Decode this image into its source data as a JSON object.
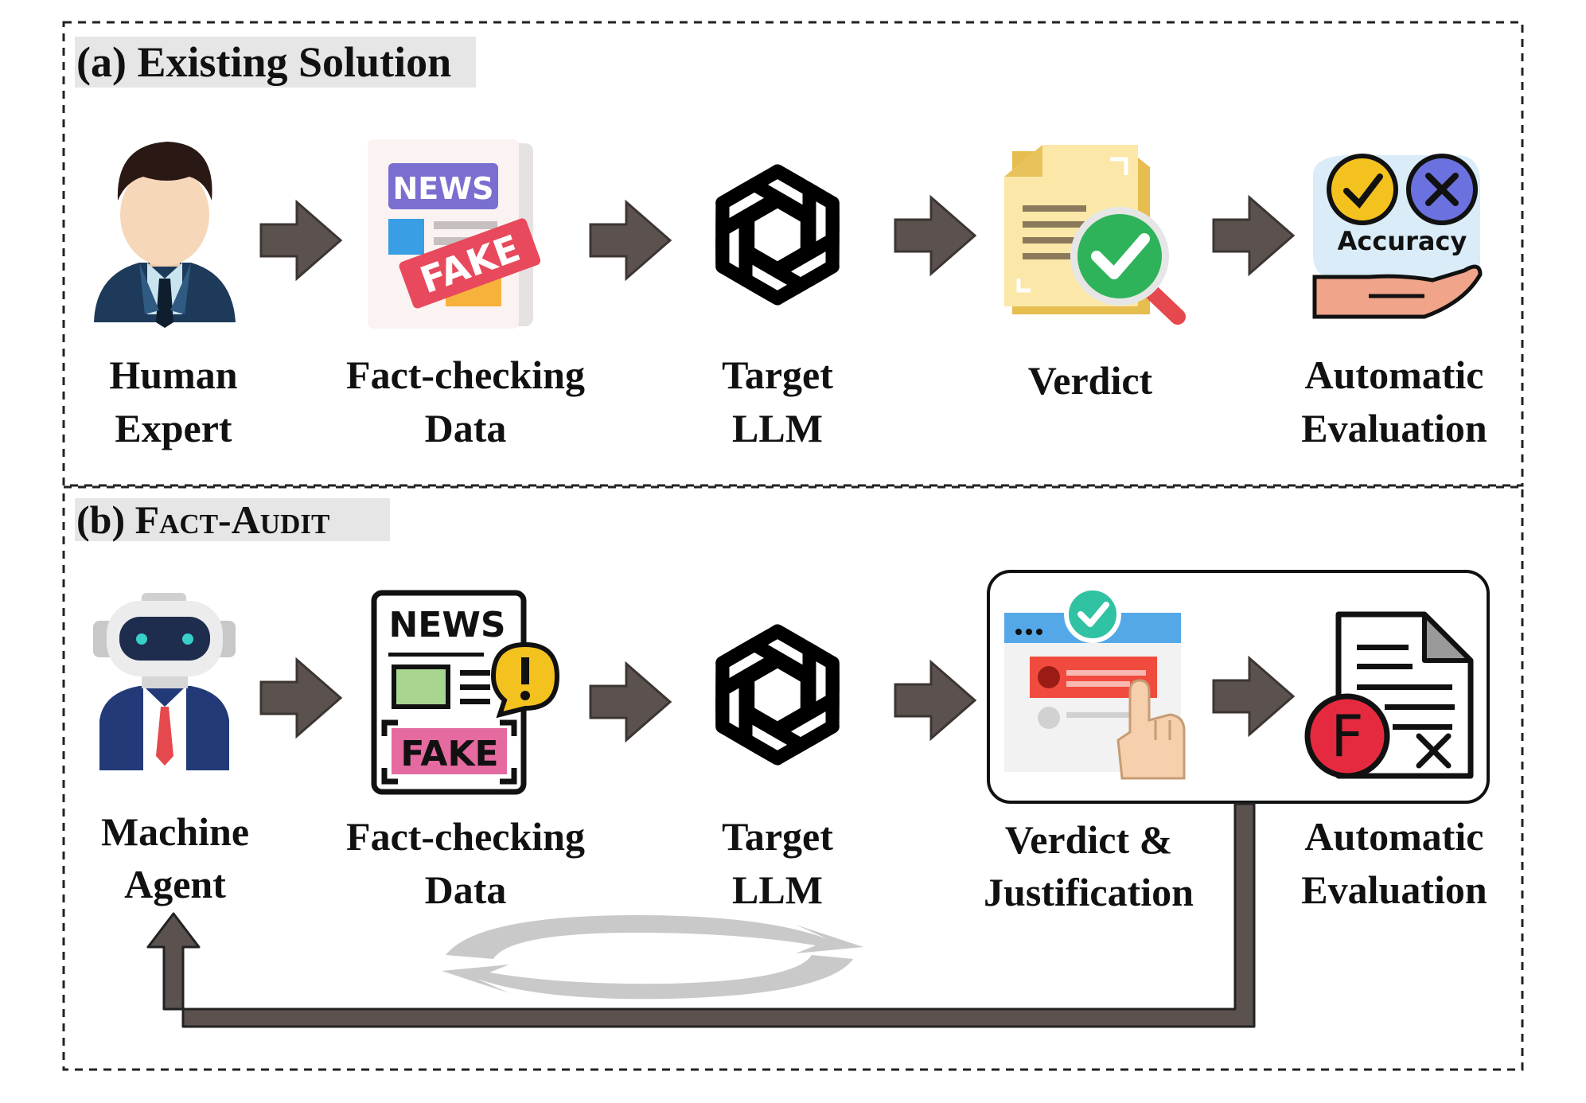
{
  "panels": {
    "a": {
      "title": "(a) Existing Solution",
      "steps": [
        {
          "line1": "Human",
          "line2": "Expert"
        },
        {
          "line1": "Fact-checking",
          "line2": "Data"
        },
        {
          "line1": "Target",
          "line2": "LLM"
        },
        {
          "line1": "Verdict",
          "line2": ""
        },
        {
          "line1": "Automatic",
          "line2": "Evaluation"
        }
      ],
      "icon_text": {
        "news": "NEWS",
        "fake": "FAKE",
        "accuracy": "Accuracy"
      }
    },
    "b": {
      "title_prefix": "(b) ",
      "title_main": "Fact-Audit",
      "steps": [
        {
          "line1": "Machine",
          "line2": "Agent"
        },
        {
          "line1": "Fact-checking",
          "line2": "Data"
        },
        {
          "line1": "Target",
          "line2": "LLM"
        },
        {
          "line1": "Verdict &",
          "line2": "Justification"
        },
        {
          "line1": "Automatic",
          "line2": "Evaluation"
        }
      ],
      "icon_text": {
        "news": "NEWS",
        "fake": "FAKE",
        "grade": "F"
      }
    }
  },
  "icons": {
    "a": [
      "human-expert-icon",
      "fake-news-icon",
      "openai-logo-icon",
      "verdict-document-icon",
      "accuracy-hand-icon"
    ],
    "b": [
      "robot-agent-icon",
      "fake-news-alert-icon",
      "openai-logo-icon",
      "verdict-justification-icon",
      "grade-f-document-icon"
    ]
  },
  "colors": {
    "arrow": "#5b524f",
    "title_bg": "#e6e6e6",
    "check_green": "#2fb35a",
    "fake_red": "#e8495c",
    "news_purple": "#6a5acd",
    "yellow": "#f2c12e"
  }
}
